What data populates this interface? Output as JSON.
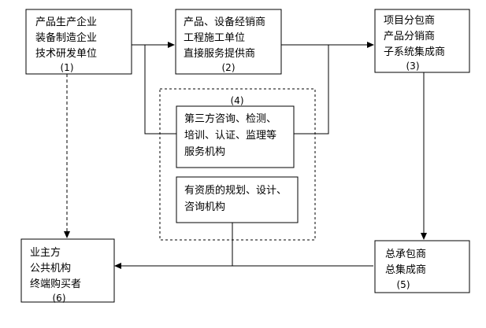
{
  "diagram": {
    "nodes": {
      "manufacturer": {
        "lines": [
          "产品生产企业",
          "装备制造企业",
          "技术研发单位"
        ],
        "number": "(1)"
      },
      "distributor": {
        "lines": [
          "产品、设备经销商",
          "工程施工单位",
          "直接服务提供商"
        ],
        "number": "(2)"
      },
      "subcontractor": {
        "lines": [
          "项目分包商",
          "产品分销商",
          "子系统集成商"
        ],
        "number": "(3)"
      },
      "third_party": {
        "lines": [
          "第三方咨询、检测、",
          "培训、认证、监理等",
          "服务机构"
        ]
      },
      "planning": {
        "lines": [
          "有资质的规划、设计、",
          "咨询机构"
        ]
      },
      "owner": {
        "lines": [
          "业主方",
          "公共机构",
          "终端购买者"
        ],
        "number": "(6)"
      },
      "general_contractor": {
        "lines": [
          "总承包商",
          "总集成商"
        ],
        "number": "(5)"
      }
    },
    "group": {
      "number": "(4)"
    }
  }
}
